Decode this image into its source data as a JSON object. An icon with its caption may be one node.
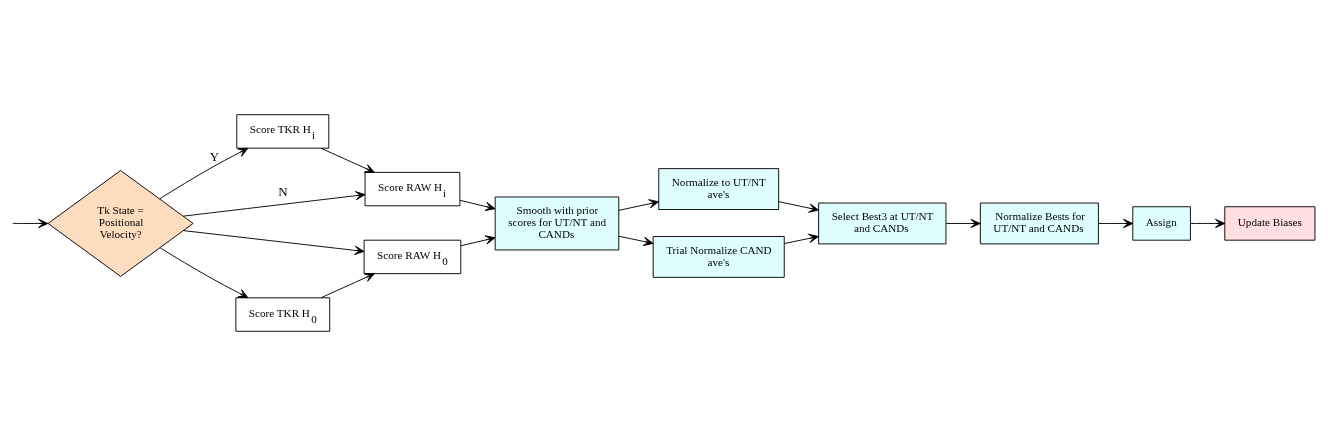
{
  "diagram": {
    "nodes": [
      {
        "text": [
          "Tk State = Positional Velocity?"
        ]
      },
      {
        "text": [
          "Score TKR H$_{i}$"
        ]
      },
      {
        "text": [
          "Score TKR H$_{0}$"
        ]
      },
      {
        "text": [
          "Score RAW H$_{i}$"
        ]
      },
      {
        "text": [
          "Score RAW H$_{0}$"
        ]
      },
      {
        "text": [
          "Smooth with prior scores for UT/NT and CANDs"
        ]
      },
      {
        "text": [
          "Normalize to UT/NT ave's"
        ]
      },
      {
        "text": [
          "Trial Normalize CAND ave's"
        ]
      },
      {
        "text": [
          "Select Best3 at UT/NT and CANDs"
        ]
      },
      {
        "text": [
          "Normalize Bests for UT/NT and CANDs"
        ]
      },
      {
        "text": [
          "Assign"
        ]
      },
      {
        "text": [
          "Update Biases"
        ]
      }
    ],
    "edges": [
      {
        "from": null,
        "to": 0,
        "arrow": "to"
      },
      {
        "from": 0,
        "to": 3,
        "arrow": "to",
        "label": "N"
      },
      {
        "from": 0,
        "to": 4,
        "arrow": "to"
      },
      {
        "from": 0,
        "to": 1,
        "arrow": "to",
        "label": "Y"
      },
      {
        "from": 0,
        "to": 2,
        "arrow": "to"
      },
      {
        "from": 1,
        "to": 3,
        "arrow": "to"
      },
      {
        "from": 2,
        "to": 4,
        "arrow": "to"
      },
      {
        "from": 3,
        "to": 5,
        "arrow": "to"
      },
      {
        "from": 4,
        "to": 5,
        "arrow": "to"
      },
      {
        "from": 5,
        "to": 6,
        "arrow": "to"
      },
      {
        "from": 5,
        "to": 7,
        "arrow": "to"
      },
      {
        "from": 6,
        "to": 8,
        "arrow": "to"
      },
      {
        "from": 7,
        "to": 8,
        "arrow": "to"
      },
      {
        "from": 8,
        "to": 9,
        "arrow": "to"
      },
      {
        "from": 9,
        "to": 10,
        "arrow": "to"
      },
      {
        "from": 10,
        "to": 11,
        "arrow": "to"
      }
    ]
  }
}
